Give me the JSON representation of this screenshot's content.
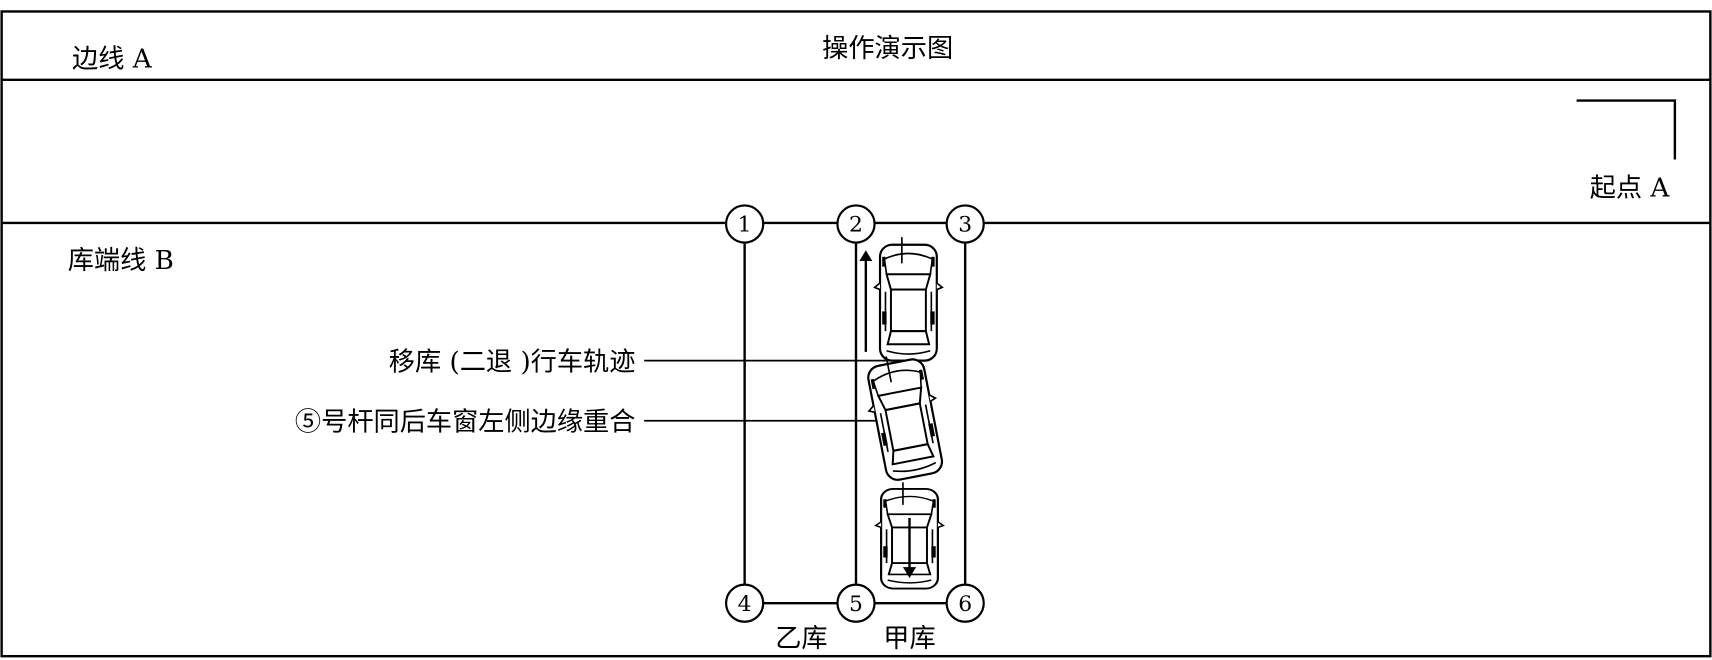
{
  "title": "操作演示图",
  "labels": {
    "side_line": "边线 A",
    "start_point": "起点 A",
    "end_line": "库端线 B"
  },
  "poles": [
    "1",
    "2",
    "3",
    "4",
    "5",
    "6"
  ],
  "garages": {
    "left": "乙库",
    "right": "甲库"
  },
  "callouts": {
    "trajectory": "移库 (二退 )行车轨迹",
    "alignment": "⑤号杆同后车窗左侧边缘重合"
  },
  "colors": {
    "line": "#000000",
    "background": "#ffffff"
  }
}
